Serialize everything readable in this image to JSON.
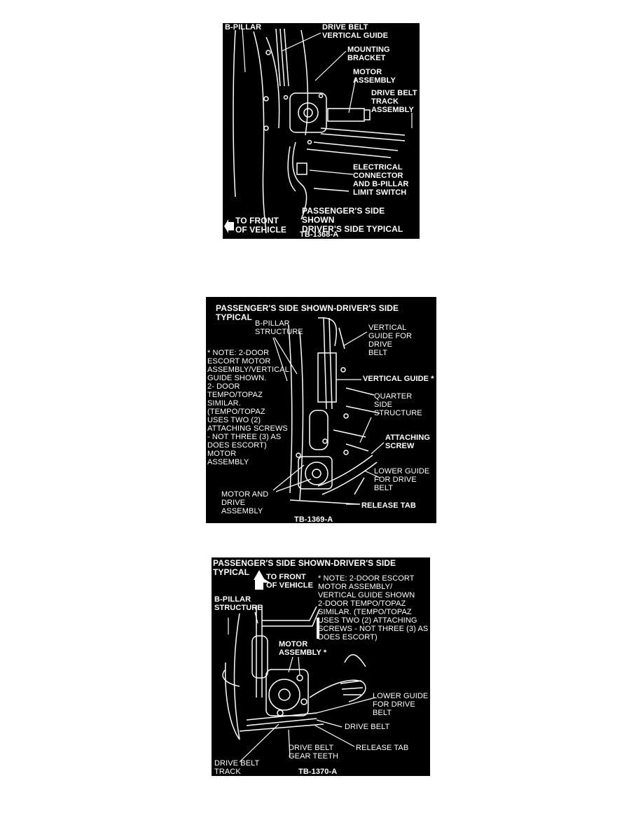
{
  "figure1": {
    "labels": {
      "b_pillar": "B-PILLAR",
      "drive_belt_vertical_guide": "DRIVE BELT\nVERTICAL GUIDE",
      "mounting_bracket": "MOUNTING\nBRACKET",
      "motor_assembly": "MOTOR\nASSEMBLY",
      "drive_belt_track_assembly": "DRIVE BELT\nTRACK\nASSEMBLY",
      "electrical_connector": "ELECTRICAL\nCONNECTOR\nAND B-PILLAR\nLIMIT SWITCH",
      "side_note": "PASSENGER'S SIDE SHOWN\nDRIVER'S SIDE TYPICAL",
      "to_front": "TO FRONT\nOF VEHICLE",
      "code": "TB-1368-A"
    }
  },
  "figure2": {
    "labels": {
      "title": "PASSENGER'S SIDE SHOWN-DRIVER'S SIDE TYPICAL",
      "b_pillar_structure": "B-PILLAR\nSTRUCTURE",
      "vertical_guide_for_drive_belt": "VERTICAL\nGUIDE FOR\nDRIVE\nBELT",
      "vertical_guide": "VERTICAL GUIDE *",
      "quarter_side_structure": "QUARTER\nSIDE\nSTRUCTURE",
      "attaching_screw": "ATTACHING\nSCREW",
      "lower_guide": "LOWER GUIDE\nFOR DRIVE\nBELT",
      "release_tab": "RELEASE TAB",
      "motor_and_drive": "MOTOR AND\nDRIVE\nASSEMBLY",
      "note": "* NOTE: 2-DOOR\nESCORT MOTOR\nASSEMBLY/VERTICAL\nGUIDE SHOWN.\n2- DOOR\nTEMPO/TOPAZ\nSIMILAR.\n(TEMPO/TOPAZ\nUSES TWO (2)\nATTACHING SCREWS\n- NOT THREE (3) AS\nDOES ESCORT)\nMOTOR\nASSEMBLY",
      "code": "TB-1369-A"
    }
  },
  "figure3": {
    "labels": {
      "title": "PASSENGER'S SIDE SHOWN-DRIVER'S SIDE TYPICAL",
      "to_front": "TO FRONT\nOF VEHICLE",
      "note": "* NOTE: 2-DOOR ESCORT\nMOTOR ASSEMBLY/\nVERTICAL GUIDE SHOWN\n2-DOOR TEMPO/TOPAZ\nSIMILAR. (TEMPO/TOPAZ\nUSES TWO (2) ATTACHING\nSCREWS - NOT THREE (3) AS\nDOES ESCORT)",
      "b_pillar_structure": "B-PILLAR\nSTRUCTURE",
      "motor_assembly": "MOTOR\nASSEMBLY *",
      "lower_guide": "LOWER GUIDE\nFOR DRIVE\nBELT",
      "drive_belt": "DRIVE BELT",
      "release_tab": "RELEASE TAB",
      "drive_belt_gear_teeth": "DRIVE BELT\nGEAR TEETH",
      "drive_belt_track": "DRIVE BELT\nTRACK",
      "code": "TB-1370-A"
    }
  }
}
